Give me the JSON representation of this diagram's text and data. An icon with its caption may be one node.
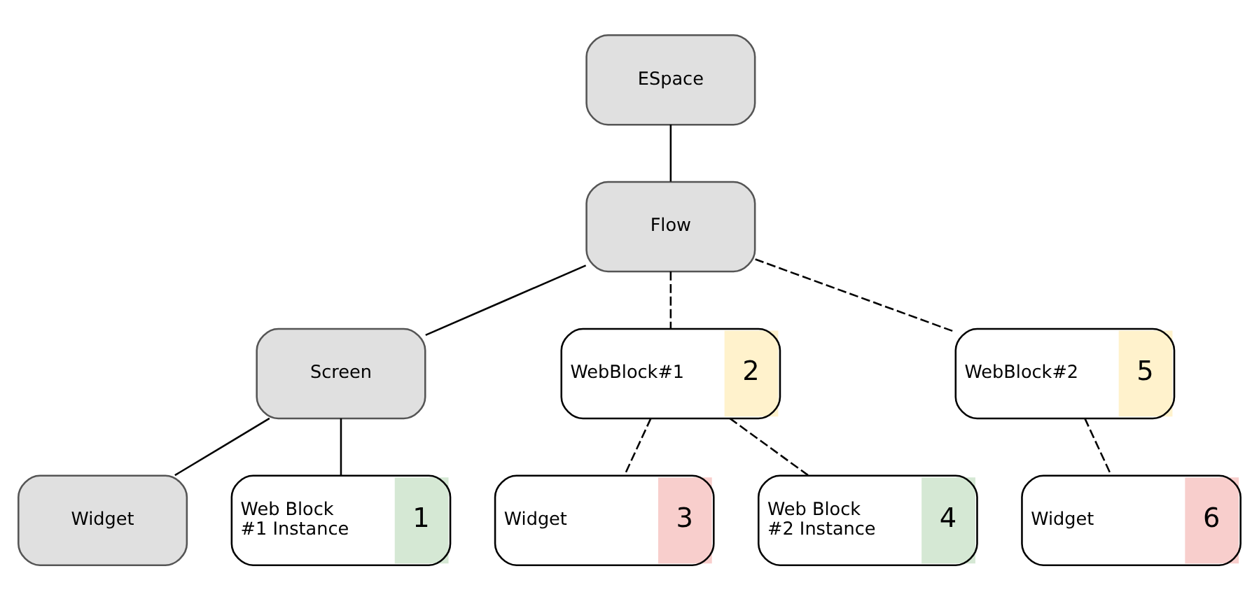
{
  "diagram": {
    "nodes": [
      {
        "text": [
          "ESpace"
        ]
      },
      {
        "text": [
          "Flow"
        ]
      },
      {
        "text": [
          "Screen"
        ]
      },
      {
        "text": [
          "WebBlock#1",
          "2"
        ]
      },
      {
        "text": [
          "WebBlock#2",
          "5"
        ]
      },
      {
        "text": [
          "Widget"
        ]
      },
      {
        "text": [
          "Web Block #1 Instance",
          "1"
        ]
      },
      {
        "text": [
          "Widget",
          "3"
        ]
      },
      {
        "text": [
          "Web Block #2 Instance",
          "4"
        ]
      },
      {
        "text": [
          "Widget",
          "6"
        ]
      }
    ],
    "edges": [
      {
        "from": 0,
        "to": 1,
        "arrow": "none"
      },
      {
        "from": 1,
        "to": 2,
        "arrow": "none"
      },
      {
        "from": 1,
        "to": 3,
        "arrow": "none",
        "style": "dashed"
      },
      {
        "from": 1,
        "to": 4,
        "arrow": "none",
        "style": "dashed"
      },
      {
        "from": 2,
        "to": 5,
        "arrow": "none"
      },
      {
        "from": 2,
        "to": 6,
        "arrow": "none"
      },
      {
        "from": 3,
        "to": 7,
        "arrow": "none",
        "style": "dashed"
      },
      {
        "from": 3,
        "to": 8,
        "arrow": "none",
        "style": "dashed"
      },
      {
        "from": 4,
        "to": 9,
        "arrow": "none",
        "style": "dashed"
      }
    ]
  }
}
